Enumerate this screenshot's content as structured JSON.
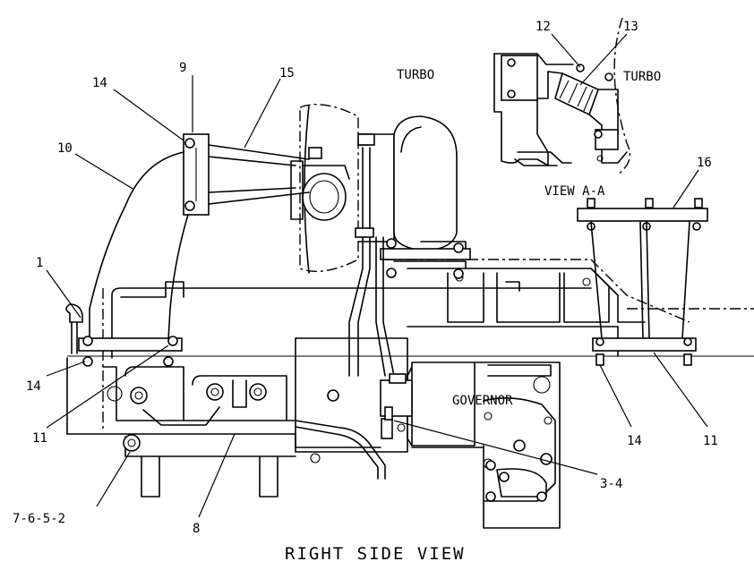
{
  "title": "RIGHT SIDE VIEW",
  "view_label": "VIEW A-A",
  "component_labels": {
    "turbo_main": "TURBO",
    "turbo_detail": "TURBO",
    "governor": "GOVERNOR"
  },
  "callouts": {
    "c1": "1",
    "c9": "9",
    "c10": "10",
    "c14a": "14",
    "c15": "15",
    "c14b": "14",
    "c11a": "11",
    "c7652": "7-6-5-2",
    "c8": "8",
    "c34": "3-4",
    "c12": "12",
    "c13": "13",
    "c16": "16",
    "c14c": "14",
    "c11b": "11"
  }
}
